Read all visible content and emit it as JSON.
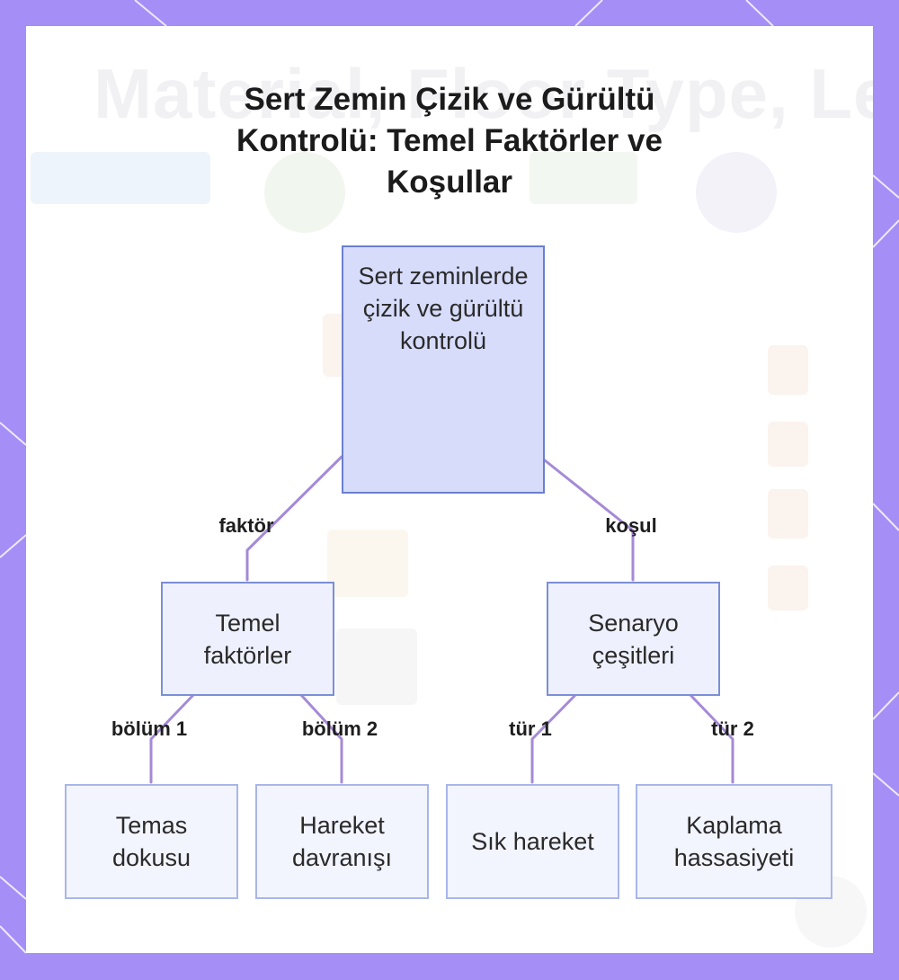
{
  "title": "Sert Zemin Çizik ve Gürültü Kontrolü: Temel Faktörler ve Koşullar",
  "background_text": "Material, Floor Type, Leg Fit",
  "colors": {
    "frame": "#a58ef5",
    "card": "#ffffff",
    "node_fill": "#edf0fd",
    "root_fill": "#d7dcfb",
    "node_border": "#7b8fd6",
    "connector": "#a58ad6"
  },
  "nodes": {
    "root": "Sert zeminlerde çizik ve gürültü kontrolü",
    "factors": "Temel faktörler",
    "scenarios": "Senaryo çeşitleri",
    "contact": "Temas dokusu",
    "movement": "Hareket davranışı",
    "frequent": "Sık hareket",
    "coating": "Kaplama hassasiyeti"
  },
  "edges": {
    "factor": "faktör",
    "condition": "koşul",
    "part1": "bölüm 1",
    "part2": "bölüm 2",
    "type1": "tür 1",
    "type2": "tür 2"
  }
}
